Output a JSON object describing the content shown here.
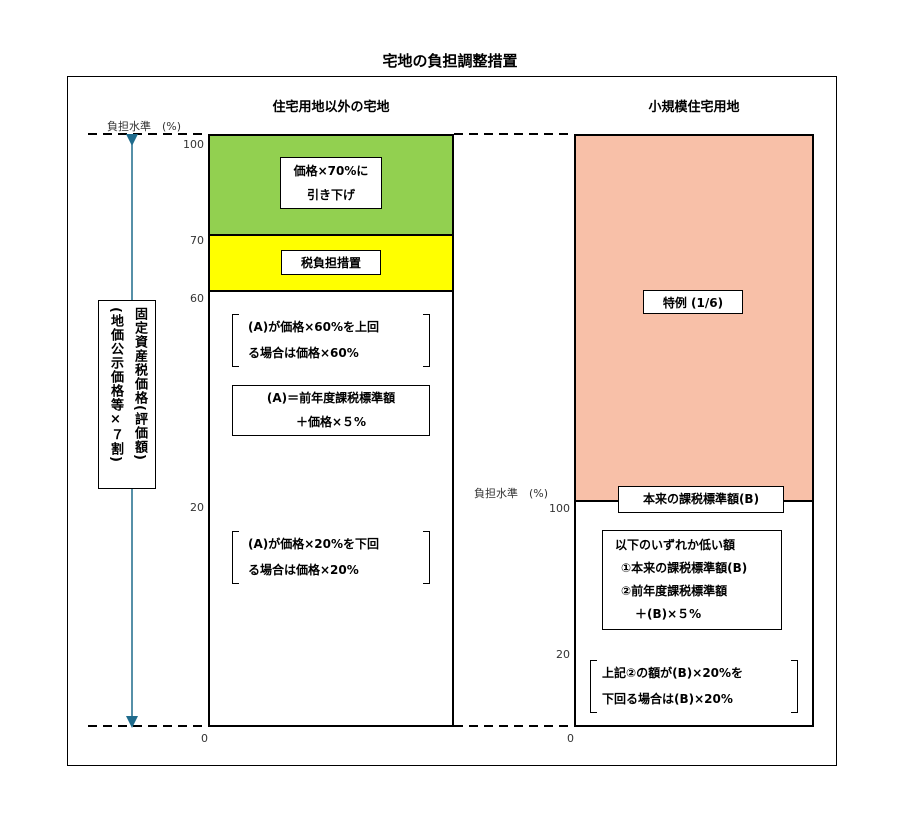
{
  "title": "宅地の負担調整措置",
  "left": {
    "heading": "住宅用地以外の宅地",
    "axis_label": "負担水準　(%)",
    "ticks": [
      "100",
      "70",
      "60",
      "20",
      "0"
    ],
    "green_box": [
      "価格×70%に",
      "引き下げ"
    ],
    "yellow_box": "税負担措置",
    "bracket1": [
      "(A)が価格×60%を上回",
      "る場合は価格×60%"
    ],
    "box_a": [
      "(A)＝前年度課税標準額",
      "＋価格×５%"
    ],
    "bracket2": [
      "(A)が価格×20%を下回",
      "る場合は価格×20%"
    ],
    "colors": {
      "green": "#92d050",
      "yellow": "#ffff00"
    }
  },
  "right": {
    "heading": "小規模住宅用地",
    "salmon_box": "特例 (1/6)",
    "base_box": "本来の課税標準額(B)",
    "axis_label": "負担水準　(%)",
    "ticks": [
      "100",
      "20",
      "0"
    ],
    "lower_box": [
      "以下のいずれか低い額",
      "①本来の課税標準額(B)",
      "②前年度課税標準額",
      "＋(B)×５%"
    ],
    "bracket": [
      "上記②の額が(B)×20%を",
      "下回る場合は(B)×20%"
    ],
    "colors": {
      "salmon": "#f8c0a8"
    }
  },
  "side_label": {
    "line1": "固定資産税価格(評価額)",
    "line2": "(地価公示価格等×７割)"
  },
  "colors": {
    "arrow": "#1f6b8c"
  }
}
